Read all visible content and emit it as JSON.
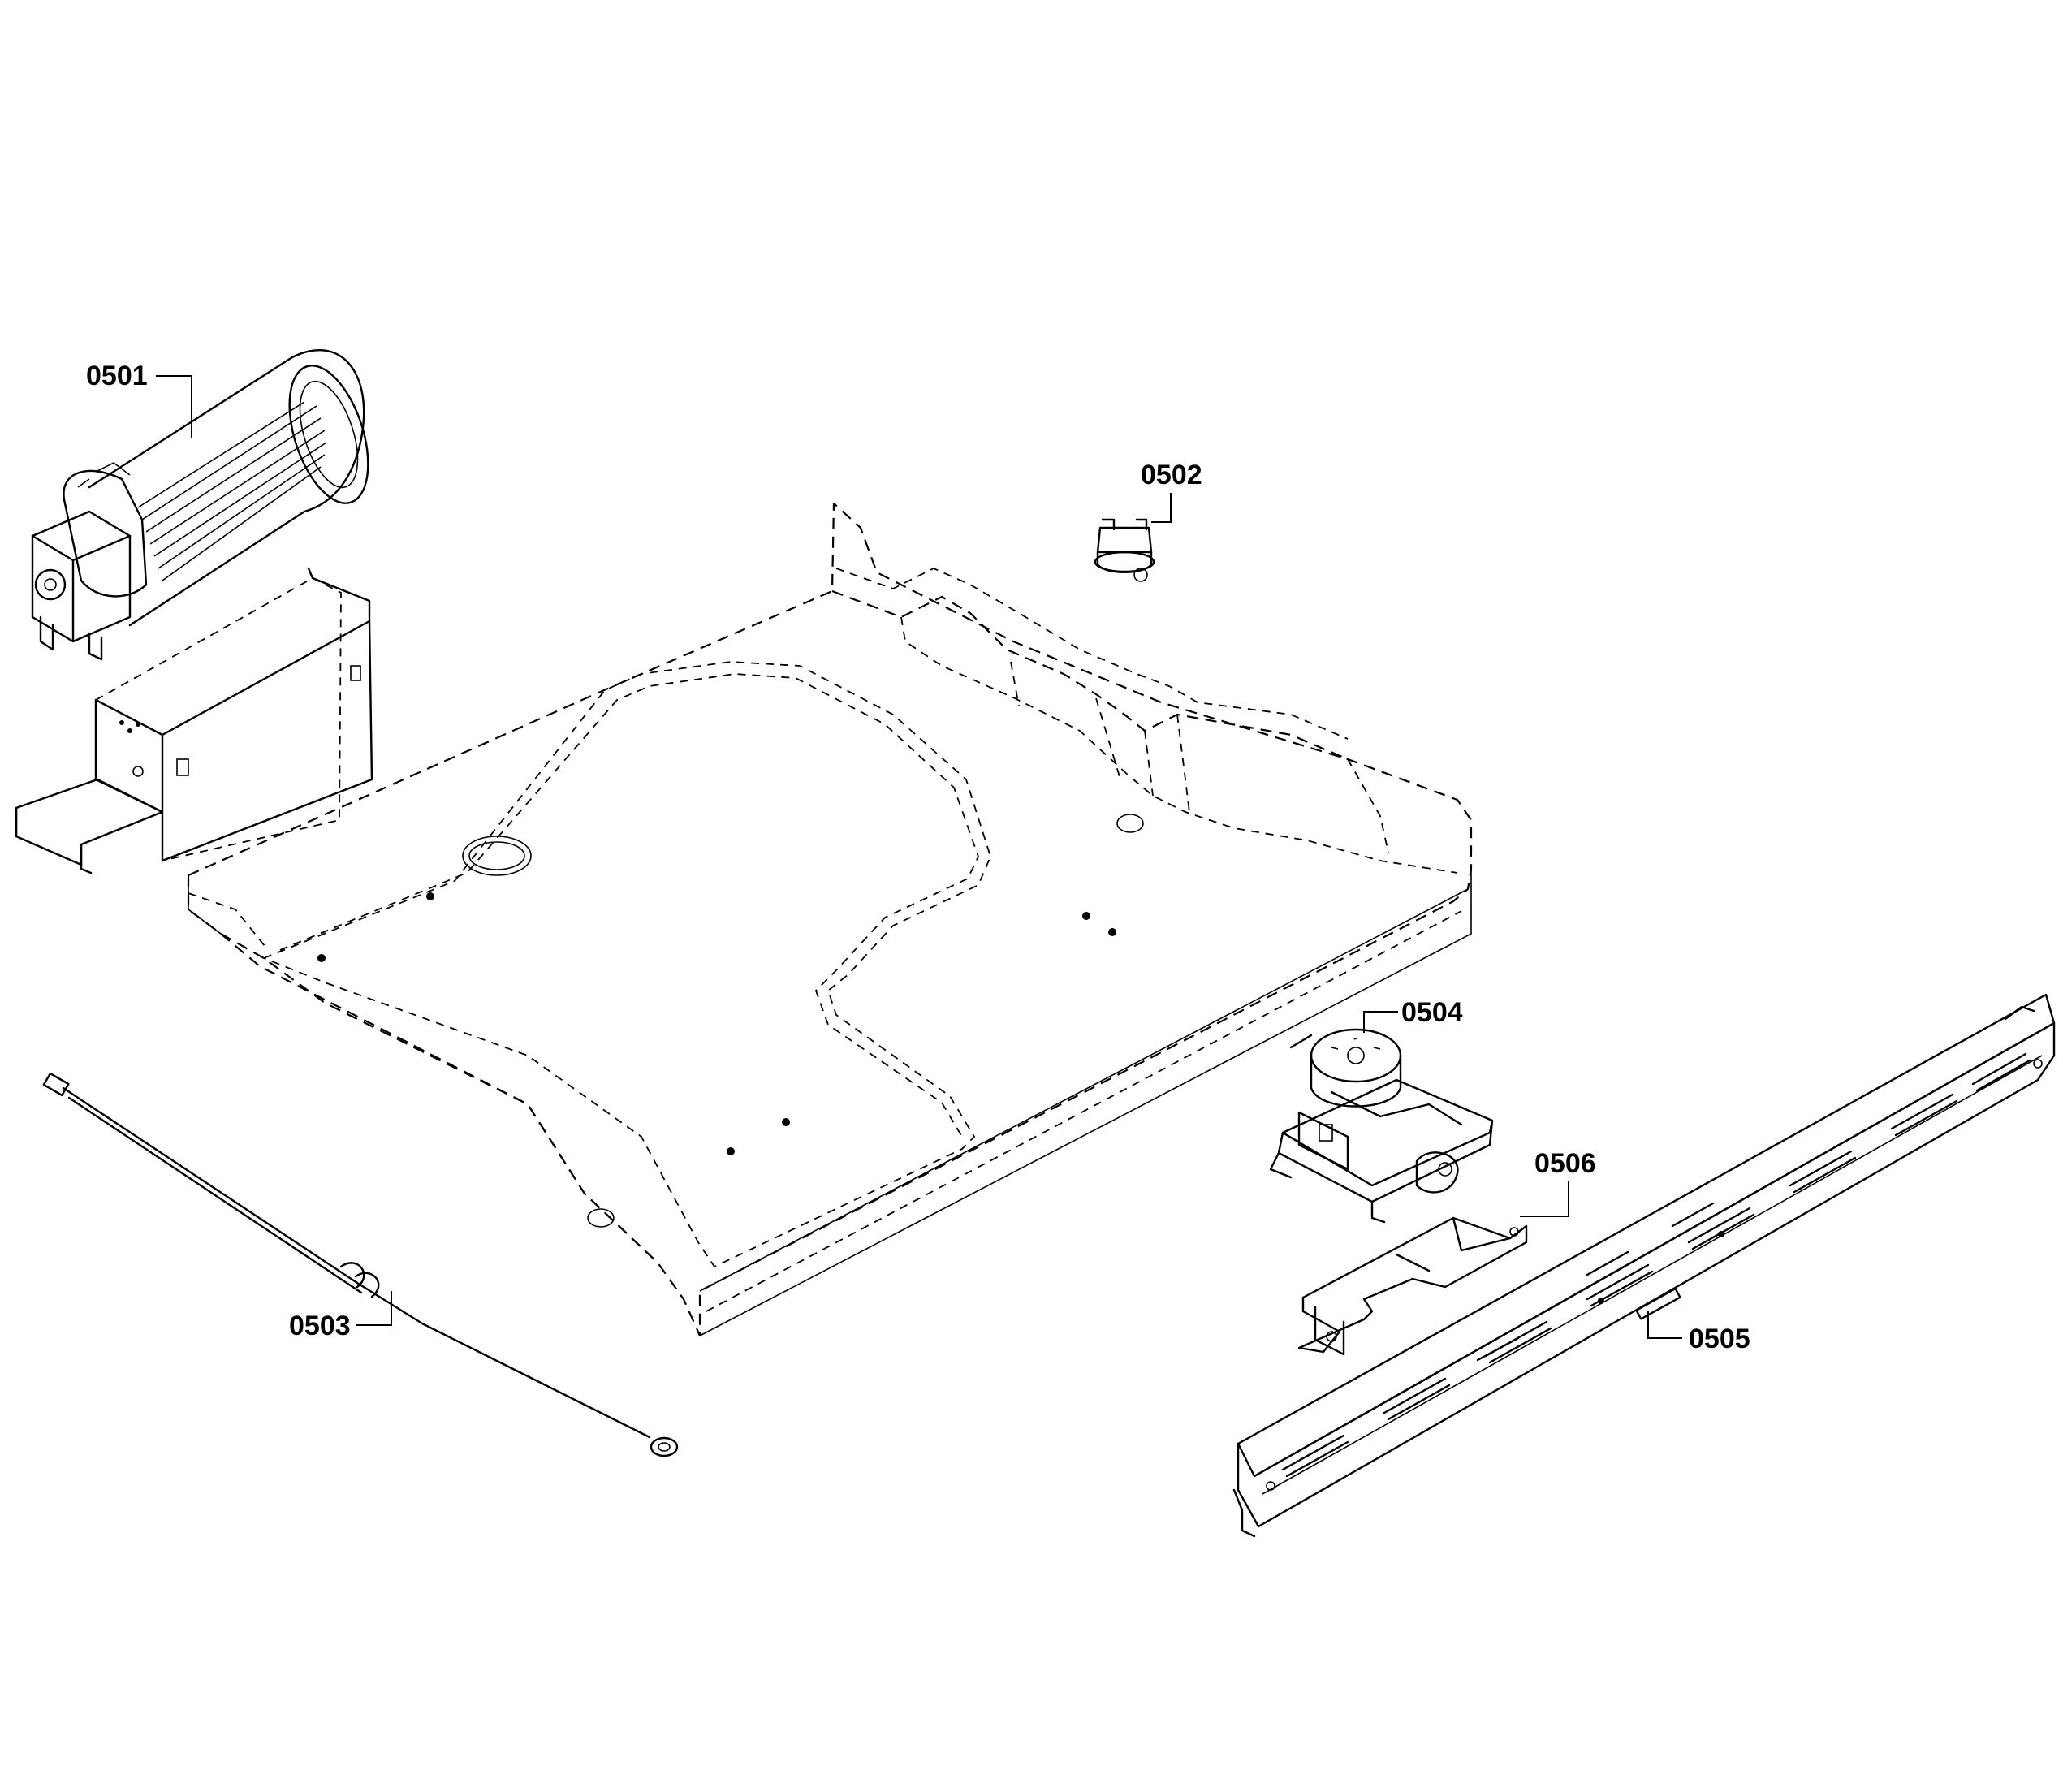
{
  "diagram": {
    "callouts": [
      {
        "id": "0501",
        "label": "0501"
      },
      {
        "id": "0502",
        "label": "0502"
      },
      {
        "id": "0503",
        "label": "0503"
      },
      {
        "id": "0504",
        "label": "0504"
      },
      {
        "id": "0505",
        "label": "0505"
      },
      {
        "id": "0506",
        "label": "0506"
      }
    ]
  }
}
